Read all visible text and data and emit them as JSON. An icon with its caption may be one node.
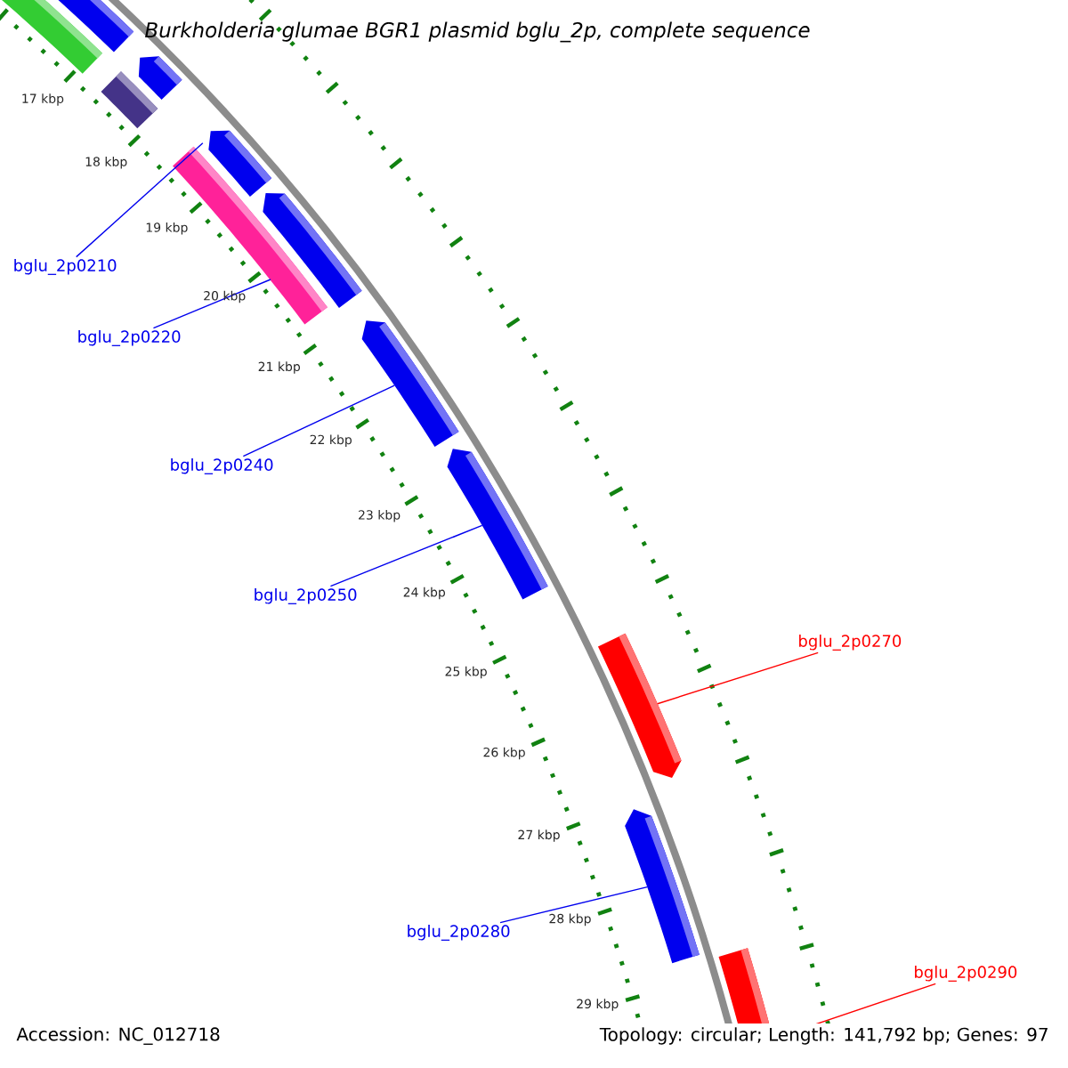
{
  "diagram": {
    "title": "Burkholderia glumae BGR1 plasmid bglu_2p, complete sequence",
    "nodes": [
      {
        "text": [],
        "shape": "bar"
      },
      {
        "text": [],
        "shape": "bar"
      },
      {
        "text": [],
        "shape": "bar"
      },
      {
        "text": [],
        "shape": "bar"
      },
      {
        "text": [],
        "shape": "bar"
      },
      {
        "text": [],
        "shape": "bar"
      },
      {
        "text": [],
        "shape": "bar"
      },
      {
        "text": [],
        "shape": "bar"
      },
      {
        "text": [],
        "shape": "bar"
      },
      {
        "text": [],
        "shape": "bar"
      },
      {
        "text": [],
        "shape": "bar"
      },
      {
        "text": [],
        "shape": "bar"
      },
      {
        "text": [
          "bglu_2p0210"
        ]
      },
      {
        "text": [
          "bglu_2p0220"
        ]
      },
      {
        "text": [
          "bglu_2p0240"
        ]
      },
      {
        "text": [
          "bglu_2p0250"
        ]
      },
      {
        "text": [
          "bglu_2p0270"
        ]
      },
      {
        "text": [
          "bglu_2p0280"
        ]
      },
      {
        "text": [
          "bglu_2p0290"
        ]
      }
    ],
    "edges": [
      {
        "from": 12,
        "to": 4,
        "arrow": "none"
      },
      {
        "from": 13,
        "to": 5,
        "arrow": "none"
      },
      {
        "from": 14,
        "to": 7,
        "arrow": "none"
      },
      {
        "from": 15,
        "to": 8,
        "arrow": "none"
      },
      {
        "from": 16,
        "to": 9,
        "arrow": "none",
        "color": "#ff0000"
      },
      {
        "from": 17,
        "to": 10,
        "arrow": "none"
      },
      {
        "from": 18,
        "to": 11,
        "arrow": "none",
        "color": "#ff0000"
      }
    ],
    "labels": [
      "17 kbp",
      "18 kbp",
      "19 kbp",
      "20 kbp",
      "21 kbp",
      "22 kbp",
      "23 kbp",
      "24 kbp",
      "25 kbp",
      "26 kbp",
      "27 kbp",
      "28 kbp",
      "29 kbp",
      "Accession: NC_012718",
      "Topology: circular; Length: 141,792 bp; Genes: 97"
    ]
  }
}
